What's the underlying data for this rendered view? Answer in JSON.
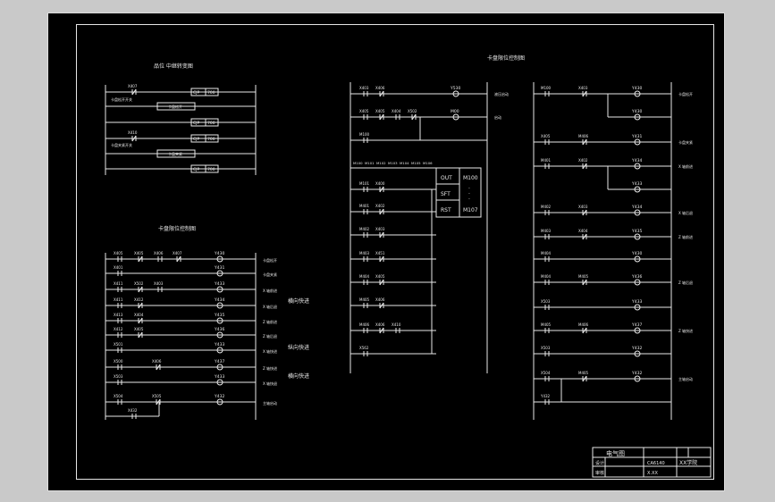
{
  "colors": {
    "background": "#000000",
    "line": "#e8e8e8",
    "viewport": "#c9c9c9"
  },
  "titles": {
    "top_left": "品位  中继转变图",
    "mid_left": "卡盘限位控制图",
    "top_right": "卡盘限位控制图"
  },
  "tl": {
    "labels": [
      "X407",
      "卡盘松开开关",
      "X410",
      "卡盘夹紧开关"
    ],
    "blocks": [
      "卡盘松开",
      "卡盘夹紧"
    ],
    "cj": "CJP",
    "cj_val": "700"
  },
  "ml": {
    "rungs": [
      {
        "contacts": [
          "X405",
          "X405",
          "X406",
          "X407"
        ],
        "coil": "Y430",
        "desc": "卡盘松开"
      },
      {
        "contacts": [
          "X401"
        ],
        "coil": "Y431",
        "desc": "卡盘夹紧"
      },
      {
        "contacts": [
          "X411",
          "X502",
          "X403"
        ],
        "coil": "Y433",
        "desc": "X 轴前进"
      },
      {
        "contacts": [
          "X411",
          "X412"
        ],
        "coil": "Y434",
        "desc": "X 轴后退"
      },
      {
        "contacts": [
          "X413",
          "X404"
        ],
        "coil": "Y435",
        "desc": "Z 轴前进"
      },
      {
        "contacts": [
          "X412",
          "X405"
        ],
        "coil": "Y436",
        "desc": "Z 轴后退"
      },
      {
        "contacts": [
          "X501"
        ],
        "coil": "Y433",
        "desc": "X 轴快进"
      },
      {
        "contacts": [
          "X500",
          "X406"
        ],
        "coil": "Y437",
        "desc": "Z 轴快进"
      },
      {
        "contacts": [
          "X503"
        ],
        "coil": "Y433",
        "desc": "X 轴快退"
      },
      {
        "contacts": [
          "X504",
          "X505"
        ],
        "coil": "Y432",
        "desc": "主轴启动"
      }
    ],
    "extra": "X432",
    "notes": [
      "横向快进",
      "纵向快进",
      "横向快进"
    ]
  },
  "mid": {
    "rungs": [
      {
        "contacts": [
          "X403",
          "X406"
        ],
        "coil": "Y530",
        "desc": "液压启动"
      },
      {
        "contacts": [
          "X405",
          "X405",
          "X404",
          "X502"
        ],
        "coil": "M00",
        "desc": "启动"
      },
      {
        "contacts": [
          "M100"
        ],
        "coil": "",
        "desc": ""
      },
      {
        "contacts": [
          "M100",
          "M101",
          "M102",
          "M103",
          "M104",
          "M105",
          "M106"
        ],
        "coil": "",
        "desc": ""
      },
      {
        "contacts": [
          "M101",
          "X400"
        ],
        "coil": "",
        "desc": ""
      },
      {
        "contacts": [
          "M401",
          "X402"
        ],
        "coil": "",
        "desc": ""
      },
      {
        "contacts": [
          "M402",
          "X403"
        ],
        "coil": "",
        "desc": ""
      },
      {
        "contacts": [
          "M403",
          "X451"
        ],
        "coil": "",
        "desc": ""
      },
      {
        "contacts": [
          "M404",
          "X405"
        ],
        "coil": "",
        "desc": ""
      },
      {
        "contacts": [
          "M405",
          "X406"
        ],
        "coil": "",
        "desc": ""
      },
      {
        "contacts": [
          "M406",
          "X406",
          "X410"
        ],
        "coil": "",
        "desc": ""
      },
      {
        "contacts": [
          "X562"
        ],
        "coil": "",
        "desc": ""
      }
    ],
    "shift": {
      "labels": [
        "OUT",
        "SFT",
        "RST"
      ],
      "out": "M100",
      "dots": [
        ".",
        ".",
        "."
      ],
      "end": "M107"
    }
  },
  "rt": {
    "rungs": [
      {
        "contacts": [
          "M100",
          "X403"
        ],
        "coil": "Y430",
        "desc": "卡盘松开"
      },
      {
        "contacts": [],
        "coil": "Y430",
        "desc": ""
      },
      {
        "contacts": [
          "X405",
          "M406"
        ],
        "coil": "Y431",
        "desc": "卡盘夹紧"
      },
      {
        "contacts": [
          "M401",
          "X402"
        ],
        "coil": "Y434",
        "desc": "X 轴前进"
      },
      {
        "contacts": [],
        "coil": "Y433",
        "desc": ""
      },
      {
        "contacts": [
          "M402",
          "X403"
        ],
        "coil": "Y434",
        "desc": "X 轴后退"
      },
      {
        "contacts": [
          "M403",
          "X404"
        ],
        "coil": "Y435",
        "desc": "Z 轴前进"
      },
      {
        "contacts": [
          "M404"
        ],
        "coil": "Y430",
        "desc": ""
      },
      {
        "contacts": [
          "M404",
          "M405"
        ],
        "coil": "Y436",
        "desc": "Z 轴后退"
      },
      {
        "contacts": [
          "X503"
        ],
        "coil": "Y433",
        "desc": ""
      },
      {
        "contacts": [
          "M405",
          "M406"
        ],
        "coil": "Y437",
        "desc": "Z 轴快进"
      },
      {
        "contacts": [
          "X503"
        ],
        "coil": "Y432",
        "desc": ""
      },
      {
        "contacts": [
          "X504",
          "M405"
        ],
        "coil": "Y432",
        "desc": "主轴启动"
      },
      {
        "contacts": [
          "Y432"
        ],
        "coil": "",
        "desc": ""
      }
    ]
  },
  "titleblock": {
    "title": "电气图",
    "school": "XX学院",
    "drawing": "CA6140",
    "role1": "设计",
    "role2": "审核",
    "mark": "X.XX"
  }
}
